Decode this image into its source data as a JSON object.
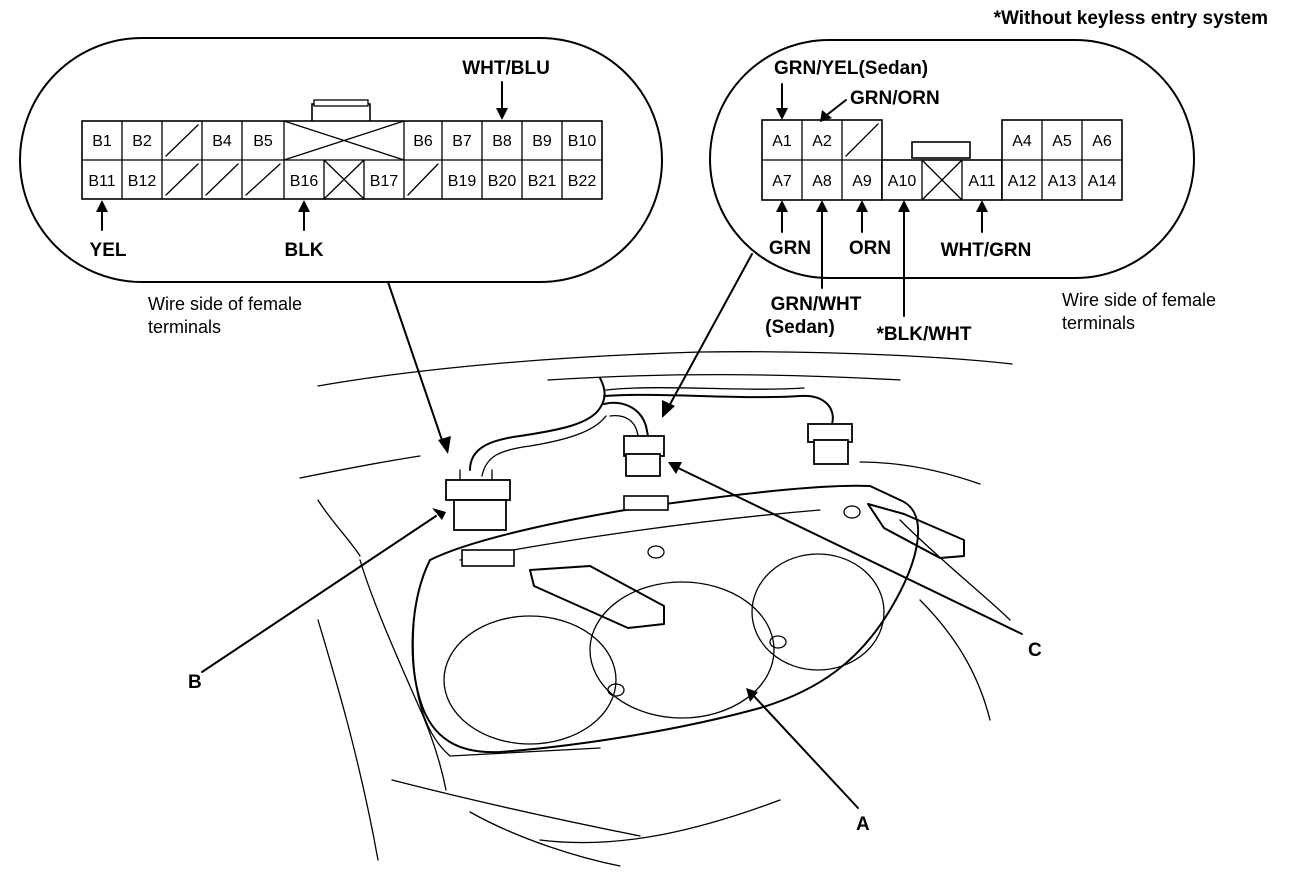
{
  "footnote": "*Without keyless entry system",
  "connector_b": {
    "row1": [
      "B1",
      "B2",
      "",
      "B4",
      "B5",
      "",
      "B6",
      "B7",
      "B8",
      "B9",
      "B10"
    ],
    "row2": [
      "B11",
      "B12",
      "",
      "",
      "",
      "B16",
      "",
      "B17",
      "",
      "B19",
      "B20",
      "B21",
      "B22"
    ],
    "wires": {
      "b8": "WHT/BLU",
      "b11": "YEL",
      "b16": "BLK"
    },
    "caption_line1": "Wire side of female",
    "caption_line2": "terminals"
  },
  "connector_a": {
    "row1": [
      "A1",
      "A2",
      "",
      "A4",
      "A5",
      "A6"
    ],
    "row2": [
      "A7",
      "A8",
      "A9",
      "A10",
      "",
      "A11",
      "A12",
      "A13",
      "A14"
    ],
    "wires": {
      "a1": "GRN/YEL(Sedan)",
      "a2": "GRN/ORN",
      "a7": "GRN",
      "a8_line1": "GRN/WHT",
      "a8_line2": "(Sedan)",
      "a9": "ORN",
      "a10": "*BLK/WHT",
      "a11": "WHT/GRN"
    },
    "caption_line1": "Wire side of female",
    "caption_line2": "terminals"
  },
  "callouts": {
    "a": "A",
    "b": "B",
    "c": "C"
  }
}
